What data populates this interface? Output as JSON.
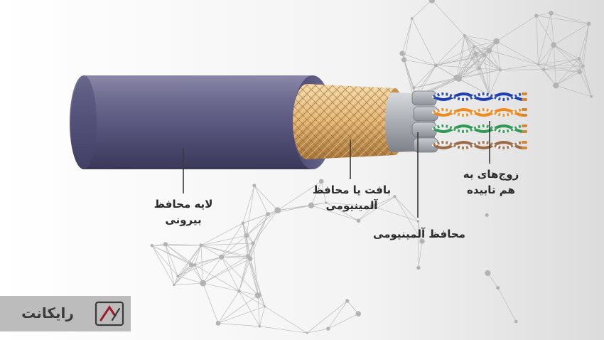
{
  "labels": {
    "outer_jacket": {
      "line1": "لایه محافظ",
      "line2": "بیرونی"
    },
    "braid_shield": {
      "line1": "بافت یا محافظ",
      "line2": "آلمینیومی"
    },
    "foil_shield": {
      "line1": "محافظ آلمینیومی"
    },
    "twisted_pairs": {
      "line1": "زوج‌های به",
      "line2": "هم تابیده"
    }
  },
  "logo": {
    "text": "رایکانت"
  },
  "colors": {
    "background": "#f4f4f4",
    "jacket": "#5d5a80",
    "braid": "#e1b271",
    "foil": "#a9adb3",
    "pair_blue": "#1d3fb0",
    "pair_orange": "#f08a1e",
    "pair_green": "#2e9a55",
    "pair_brown": "#9a6a45",
    "logo_bg": "#bdbcbc",
    "logo_accent": "#9e1b2b"
  }
}
